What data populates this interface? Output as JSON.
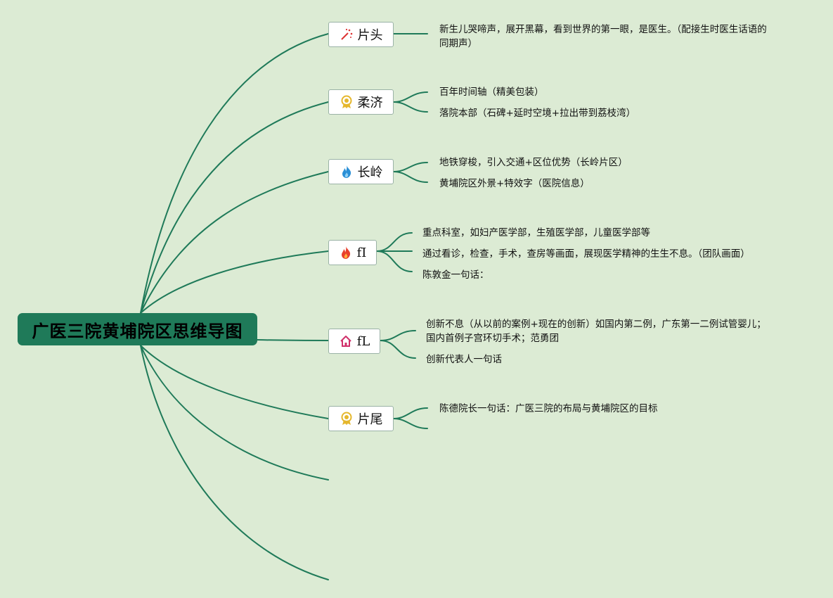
{
  "root": {
    "title": "广医三院黄埔院区思维导图"
  },
  "branches": [
    {
      "label": "片头",
      "icon": "magic-wand-icon",
      "leaves": [
        "新生儿哭啼声，展开黑幕，看到世界的第一眼，是医生。（配接生时医生话语的",
        "同期声）"
      ]
    },
    {
      "label": "柔济",
      "icon": "award-ribbon-icon",
      "leaves": [
        "百年时间轴（精美包装）",
        "落院本部（石碑+延时空境+拉出带到荔枝湾）"
      ]
    },
    {
      "label": "长岭",
      "icon": "blue-flame-icon",
      "leaves": [
        "地铁穿梭，引入交通+区位优势（长岭片区）",
        "黄埔院区外景+特效字（医院信息）"
      ]
    },
    {
      "label": "fI",
      "icon": "red-flame-icon",
      "leaves": [
        "重点科室，如妇产医学部，生殖医学部，儿童医学部等",
        "通过看诊，检查，手术，查房等画面，展现医学精神的生生不息。（团队画面）",
        "陈敦金一句话："
      ]
    },
    {
      "label": "fL",
      "icon": "home-icon",
      "leaves": [
        "创新不息（从以前的案例+现在的创新）如国内第二例，广东第一二例试管婴儿；",
        "国内首例子宫环切手术；范勇团",
        "创新代表人一句话"
      ]
    },
    {
      "label": "片尾",
      "icon": "award-ribbon-icon",
      "leaves": [
        "陈德院长一句话：广医三院的布局与黄埔院区的目标"
      ]
    }
  ],
  "colors": {
    "background": "#dcebd4",
    "root_fill": "#1f7a59",
    "link": "#1f7a59",
    "node_border": "#9ab2a6"
  }
}
